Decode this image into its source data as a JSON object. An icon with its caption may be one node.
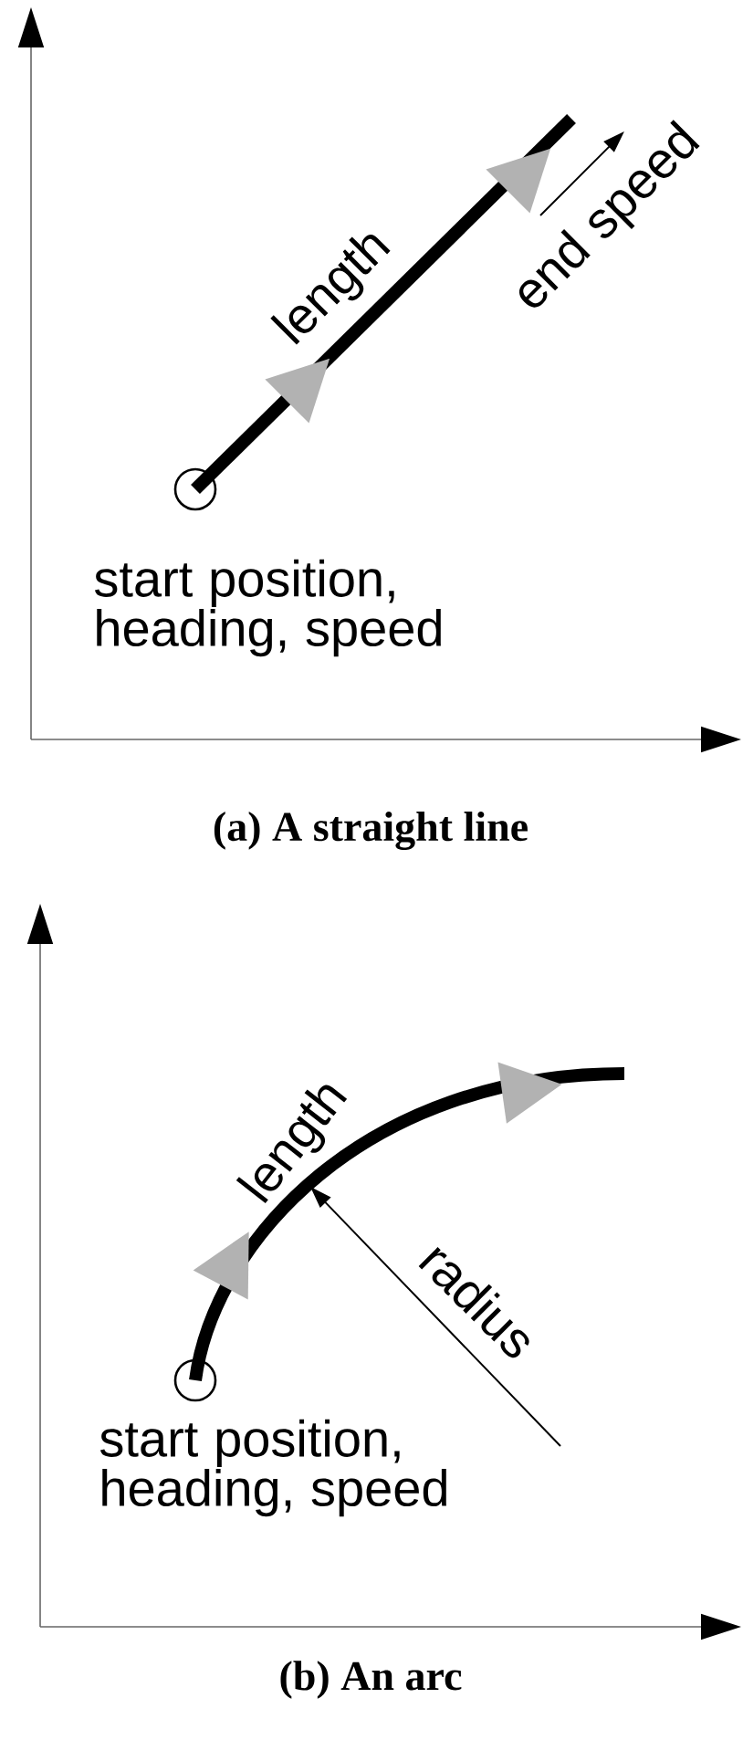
{
  "diagram": {
    "labels": [
      "length",
      "end speed",
      "start position, heading, speed",
      "(a) A straight line",
      "length",
      "radius",
      "start position, heading, speed",
      "(b) An arc"
    ]
  }
}
